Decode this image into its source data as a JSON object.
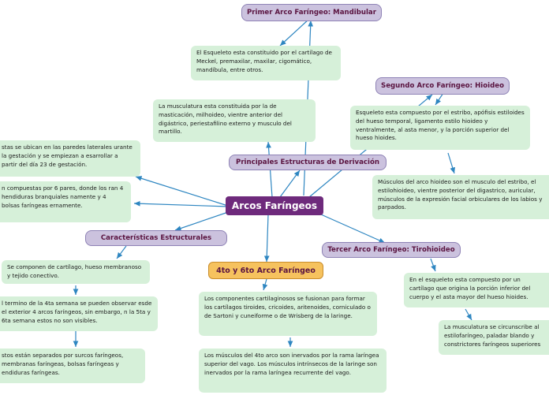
{
  "central": "Arcos Faríngeos",
  "topics": {
    "primer_arco": "Primer Arco Faríngeo: Mandibular",
    "segundo_arco": "Segundo Arco Faríngeo: Hioideo",
    "principales": "Principales Estructuras de Derivación",
    "caracteristicas": "Características Estructurales",
    "tercer_arco": "Tercer Arco Faríngeo: Tirohioideo",
    "cuarto_sexto": "4to y 6to Arco Faríngeo"
  },
  "leaves": {
    "esqueleto_primer": "El Esqueleto esta constituido por el cartílago de Meckel, premaxilar, maxilar, cigomático, mandíbula, entre otros.",
    "musculatura_primer": "La musculatura esta constituida por la de masticación, milhoideo, vientre anterior del digástrico, periestafilino externo y musculo del martillo.",
    "esqueleto_segundo": "Esqueleto esta compuesto por el estribo, apófisis estiloides del hueso temporal, ligamento estilo hioideo y ventralmente, al asta menor, y la porción superior del hueso hioides.",
    "musculos_segundo": "Músculos del arco hioideo son el musculo del estribo, el estilohioideo, vientre posterior del digastrico, auricular, músculos de la expresión facial orbiculares de los labios y parpados.",
    "ubicacion": "stas se ubican en las paredes laterales urante la gestación y se empiezan a esarrollar a partir del día 23 de gestación.",
    "pares": "n compuestas por 6 pares, donde los ran 4 hendiduras branquiales namente y 4 bolsas faríngeas ernamente.",
    "cartilago": "Se componen de cartílago, hueso membranoso y tejido conectivo.",
    "cuarta_semana": "l termino de la 4ta semana se pueden observar esde el exterior 4 arcos faríngeos, sin embargo, n la 5ta y 6ta semana estos no son visibles.",
    "surcos": "stos están separados por surcos faríngeos, membranas faríngeas, bolsas faríngeas y endiduras faríngeas.",
    "esqueleto_tercer": "En el esqueleto esta compuesto por un cartílago que origina la porción inferior del cuerpo y el asta mayor del hueso hioides.",
    "musculatura_tercer": "La musculatura se circunscribe al estilofaríngeo, paladar blando y constrictores faríngeos superiores",
    "componentes_cuarto": "Los componentes cartilaginosos se fusionan para formar los cartílagos tiroides, cricoides, aritenoides, corniculado o de Sartoni y cuneiforme o de Wrisberg de la laringe.",
    "musculos_cuarto": "Los músculos del 4to arco son inervados por la rama laríngea superior del vago. Los músculos intrínsecos de la laringe son inervados por la rama laríngea recurrente del vago."
  },
  "colors": {
    "central": "#6e2a7c",
    "topic": "#cbc2de",
    "highlight_topic": "#f6c25e",
    "leaf": "#d6f0d9",
    "connector": "#2e86c1"
  }
}
